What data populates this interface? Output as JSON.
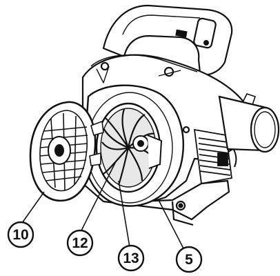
{
  "callouts": [
    {
      "id": "intake-cover",
      "label": "10"
    },
    {
      "id": "impeller-nut",
      "label": "12"
    },
    {
      "id": "impeller",
      "label": "13"
    },
    {
      "id": "fan-housing",
      "label": "5"
    }
  ]
}
